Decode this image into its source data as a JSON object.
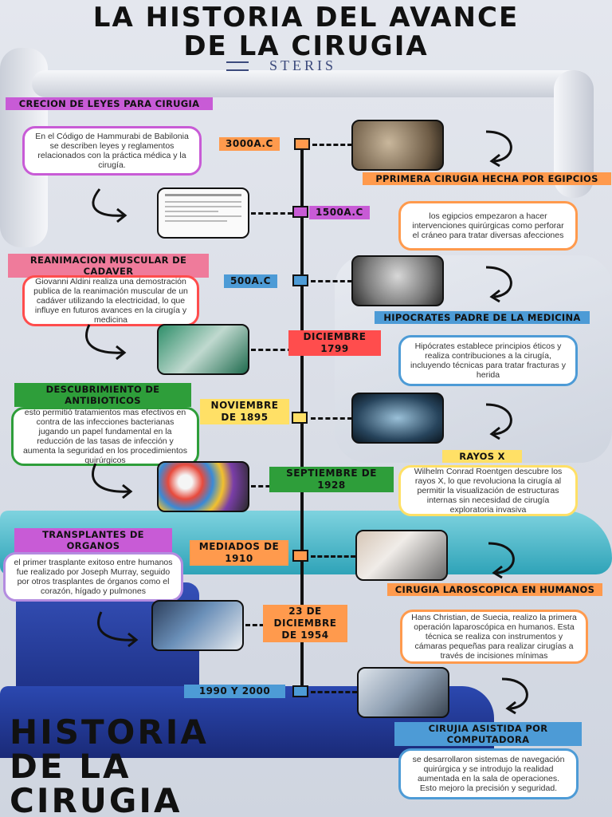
{
  "title_line1": "LA HISTORIA DEL AVANCE",
  "title_line2": "DE LA CIRUGIA",
  "brand": "STERIS",
  "big_title": [
    "HISTORIA",
    "DE LA",
    "CIRUGIA"
  ],
  "colors": {
    "orange": "#ff9a4d",
    "magenta": "#c85bd6",
    "blue": "#4d9bd6",
    "red": "#ff4d4d",
    "yellow": "#ffe066",
    "green": "#2e9e3a",
    "pink_label": "#ef7b9b",
    "purple_label": "#b48ce0"
  },
  "events": [
    {
      "date": "3000A.C",
      "label": "PPRIMERA CIRUGIA HECHA POR EGIPCIOS",
      "desc": ""
    },
    {
      "date": "1500A.C",
      "label": "",
      "desc": "los egipcios empezaron a hacer intervenciones quirúrgicas como perforar el cráneo para tratar diversas afecciones"
    },
    {
      "date": "500A.C",
      "label": "HIPOCRATES PADRE DE LA MEDICINA",
      "desc": "Hipócrates establece principios éticos y realiza contribuciones a la cirugía, incluyendo técnicas para tratar fracturas y herida"
    },
    {
      "date": "DICIEMBRE 1799",
      "label": "REANIMACION MUSCULAR DE CADAVER",
      "desc": "Giovanni Aldini realiza una demostración publica de la reanimación muscular de un cadáver utilizando la electricidad, lo que influye en futuros avances en la  cirugía y medicina"
    },
    {
      "date": "NOVIEMBRE DE 1895",
      "label": "RAYOS X",
      "desc": "Wilhelm Conrad Roentgen descubre los rayos X, lo que revoluciona la cirugía al permitir la visualización de estructuras internas sin necesidad de cirugía exploratoria invasiva"
    },
    {
      "date": "SEPTIEMBRE DE 1928",
      "label": "DESCUBRIMIENTO DE ANTIBIOTICOS",
      "desc": "esto permitió tratamientos mas efectivos en contra de las infecciones bacterianas jugando un papel fundamental en la reducción de las tasas de infección y aumenta la seguridad en los procedimientos quirúrgicos"
    },
    {
      "date": "MEDIADOS DE 1910",
      "label": "CIRUGIA LAROSCOPICA EN HUMANOS",
      "desc": "Hans Christian, de Suecia, realizo la primera operación laparoscópica en humanos. Esta técnica se realiza con instrumentos y cámaras pequeñas para realizar cirugías a través de incisiones mínimas"
    },
    {
      "date": "23 DE DICIEMBRE DE 1954",
      "label": "TRANSPLANTES DE ORGANOS",
      "desc": "el primer trasplante exitoso entre humanos fue realizado por Joseph Murray, seguido por otros trasplantes de órganos como el corazón, hígado y pulmones"
    },
    {
      "date": "1990 Y 2000",
      "label": "CIRUJIA ASISTIDA POR COMPUTADORA",
      "desc": "se desarrollaron sistemas de navegación quirúrgica y se introdujo la realidad aumentada en la sala de operaciones. Esto mejoro la precisión y seguridad."
    }
  ],
  "laws": {
    "label": "CRECION DE LEYES PARA CIRUGIA",
    "desc": "En el Código de Hammurabi de Babilonia se describen leyes y reglamentos relacionados con la práctica médica y la cirugía."
  }
}
